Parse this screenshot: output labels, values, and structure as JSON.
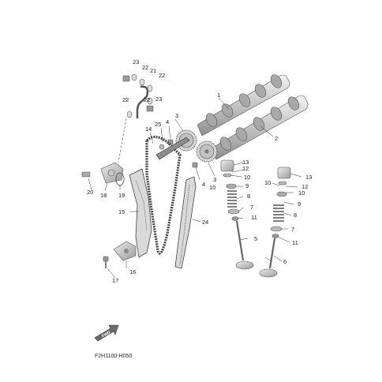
{
  "diagram_code": "F2H1100-H050",
  "fwd_mark": "FWD",
  "callouts": {
    "c1": "1",
    "c2": "2",
    "c3a": "3",
    "c3b": "3",
    "c4a": "4",
    "c4b": "4",
    "c5": "5",
    "c6": "6",
    "c7a": "7",
    "c7b": "7",
    "c8a": "8",
    "c8b": "8",
    "c9a": "9",
    "c9b": "9",
    "c10a": "10",
    "c10b": "10",
    "c10c": "10",
    "c10d": "10",
    "c11a": "11",
    "c11b": "11",
    "c12a": "12",
    "c12b": "12",
    "c13a": "13",
    "c13b": "13",
    "c14": "14",
    "c15": "15",
    "c16": "16",
    "c17": "17",
    "c18": "18",
    "c19": "19",
    "c20": "20",
    "c21": "21",
    "c22a": "22",
    "c22b": "22",
    "c22c": "22",
    "c22d": "22",
    "c23a": "23",
    "c23b": "23",
    "c24": "24",
    "c25": "25"
  },
  "colors": {
    "line": "#333333",
    "part_light": "#dcdcdc",
    "part_mid": "#b8b8b8",
    "part_dark": "#8a8a8a"
  }
}
